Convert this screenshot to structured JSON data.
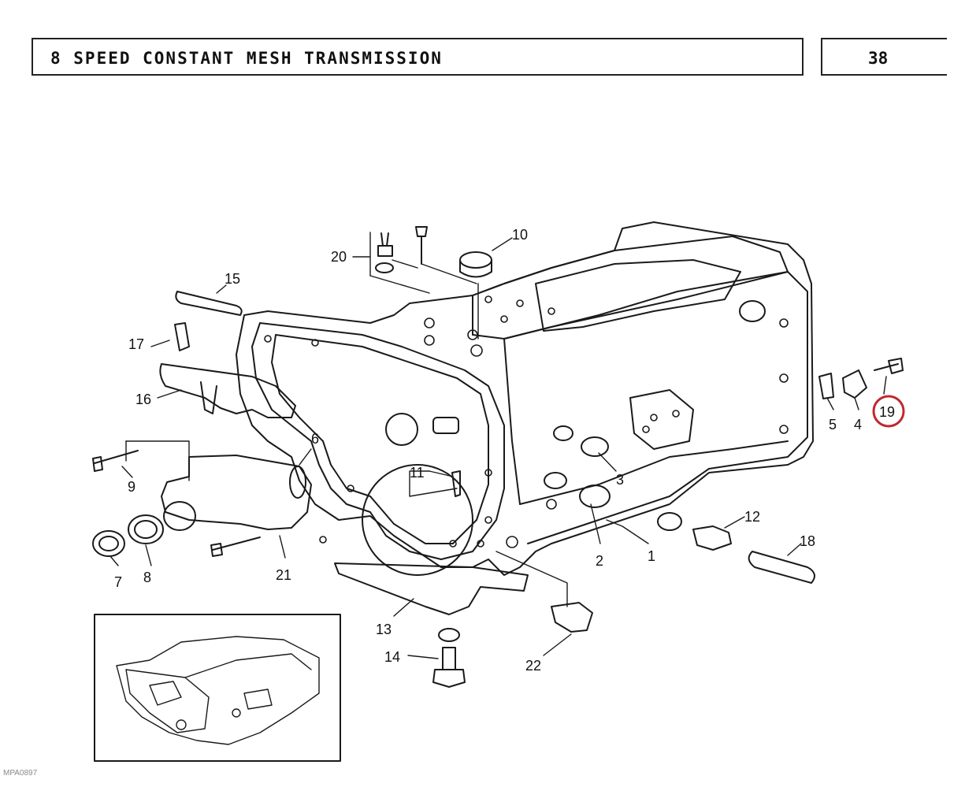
{
  "header": {
    "title": "8 SPEED CONSTANT MESH TRANSMISSION",
    "page_number": "38"
  },
  "footer": {
    "reference_code": "MPA0897"
  },
  "diagram": {
    "part_labels": [
      "1",
      "2",
      "3",
      "4",
      "5",
      "6",
      "7",
      "8",
      "9",
      "10",
      "11",
      "12",
      "13",
      "14",
      "15",
      "16",
      "17",
      "18",
      "19",
      "20",
      "21",
      "22"
    ],
    "highlighted_part": "19",
    "highlight_color": "#c0282e",
    "line_color": "#1a1a1a"
  }
}
